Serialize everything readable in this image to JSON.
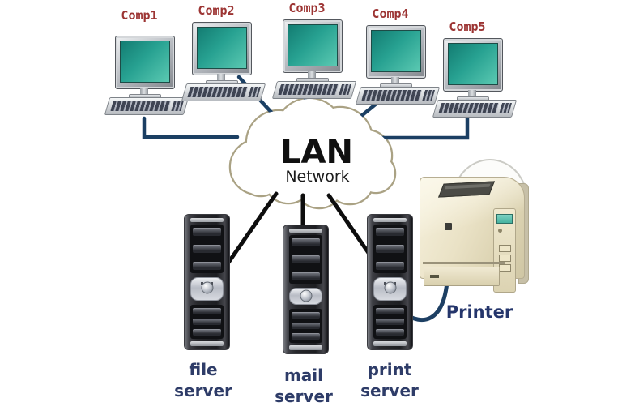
{
  "cloud": {
    "title": "LAN",
    "subtitle": "Network"
  },
  "computers": [
    {
      "label": "Comp1"
    },
    {
      "label": "Comp2"
    },
    {
      "label": "Comp3"
    },
    {
      "label": "Comp4"
    },
    {
      "label": "Comp5"
    }
  ],
  "servers": [
    {
      "name_top": "file",
      "name_bottom": "server"
    },
    {
      "name_top": "mail",
      "name_bottom": "server"
    },
    {
      "name_top": "print",
      "name_bottom": "server"
    }
  ],
  "printer": {
    "label": "Printer"
  },
  "colors": {
    "computer_label": "#9c3433",
    "server_label": "#2e3c68",
    "monitor_screen_teal": "#27a191",
    "cable_blue": "#1b3f63",
    "cable_black": "#0d0d0d",
    "cloud_outline": "#aaa284",
    "printer_body_beige": "#eae2c6",
    "printer_lcd_teal": "#46b2a0"
  }
}
